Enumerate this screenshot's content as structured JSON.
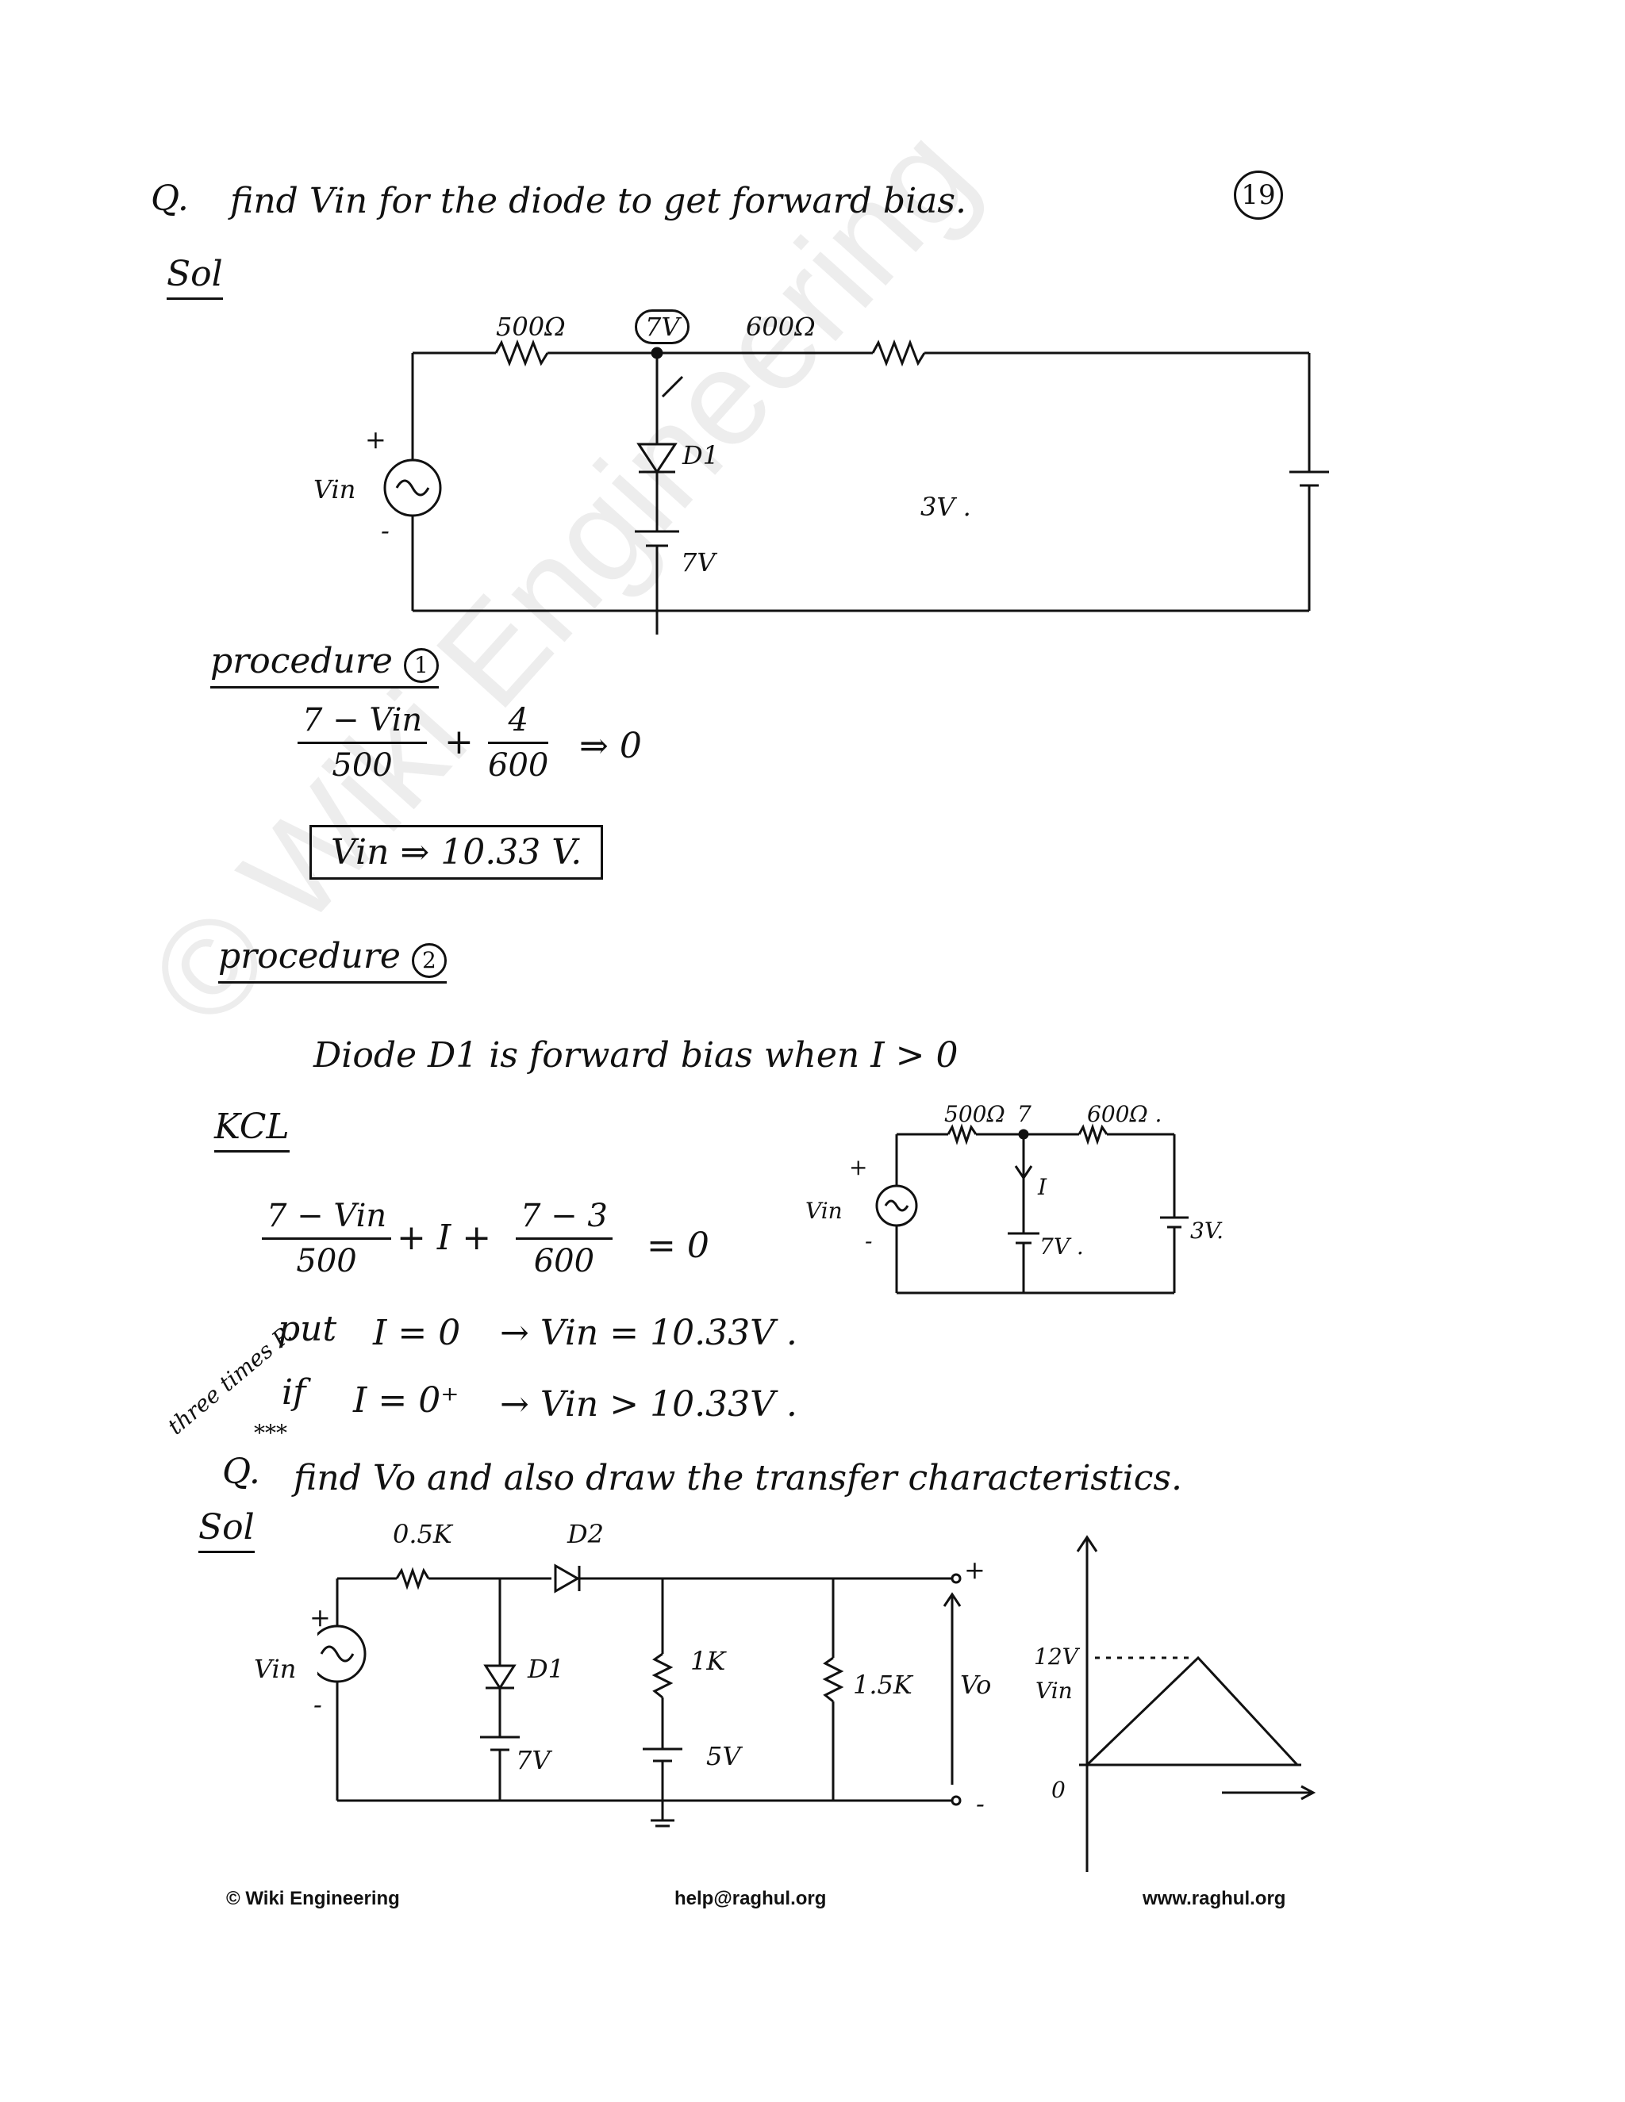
{
  "page_number": "19",
  "q1": {
    "marker": "Q.",
    "question": "find Vin for the diode to get forward bias.",
    "sol_label": "Sol",
    "circuit": {
      "r1": "500Ω",
      "node_v": "7V",
      "r2": "600Ω",
      "source": "Vin",
      "diode": "D1",
      "battery_mid": "7V",
      "battery_right": "3V .",
      "plus": "+",
      "minus": "-"
    },
    "procedure1": {
      "label": "procedure",
      "num": "1",
      "num1": "7 − Vin",
      "den1": "500",
      "plus": "+",
      "num2": "4",
      "den2": "600",
      "rhs": "⇒ 0",
      "result": "Vin ⇒ 10.33 V."
    },
    "procedure2": {
      "label": "procedure",
      "num": "2",
      "statement": "Diode D1 is forward bias when I > 0",
      "kcl": "KCL",
      "eq_num1": "7 − Vin",
      "eq_den1": "500",
      "eq_mid": "+ I +",
      "eq_num2": "7 − 3",
      "eq_den2": "600",
      "eq_rhs": "= 0",
      "put_label": "put",
      "put_cond": "I = 0",
      "put_res": "→   Vin = 10.33V .",
      "if_label": "if",
      "if_cond": "I = 0⁺",
      "if_res": "→   Vin > 10.33V .",
      "circuit": {
        "r1": "500Ω",
        "node": "7",
        "r2": "600Ω .",
        "source": "Vin",
        "current": "I",
        "battery_mid": "7V .",
        "battery_right": "3V.",
        "plus": "+",
        "minus": "-"
      }
    }
  },
  "q2": {
    "margin_note": "three times P.",
    "stars": "***",
    "marker": "Q.",
    "question": "find Vo and also draw the transfer characteristics.",
    "sol_label": "Sol",
    "circuit": {
      "r_series": "0.5K",
      "d2": "D2",
      "d1": "D1",
      "source": "Vin",
      "battery1": "7V",
      "r_1k": "1K",
      "battery2": "5V",
      "r_15k": "1.5K",
      "vo": "Vo",
      "plus": "+",
      "minus": "-",
      "out_plus": "+",
      "out_minus": "-"
    },
    "graph": {
      "y_label": "Vin",
      "peak": "12V",
      "origin": "0"
    }
  },
  "watermark": "© Wiki Engineering",
  "footer": {
    "left": "© Wiki Engineering",
    "center": "help@raghul.org",
    "right": "www.raghul.org"
  }
}
